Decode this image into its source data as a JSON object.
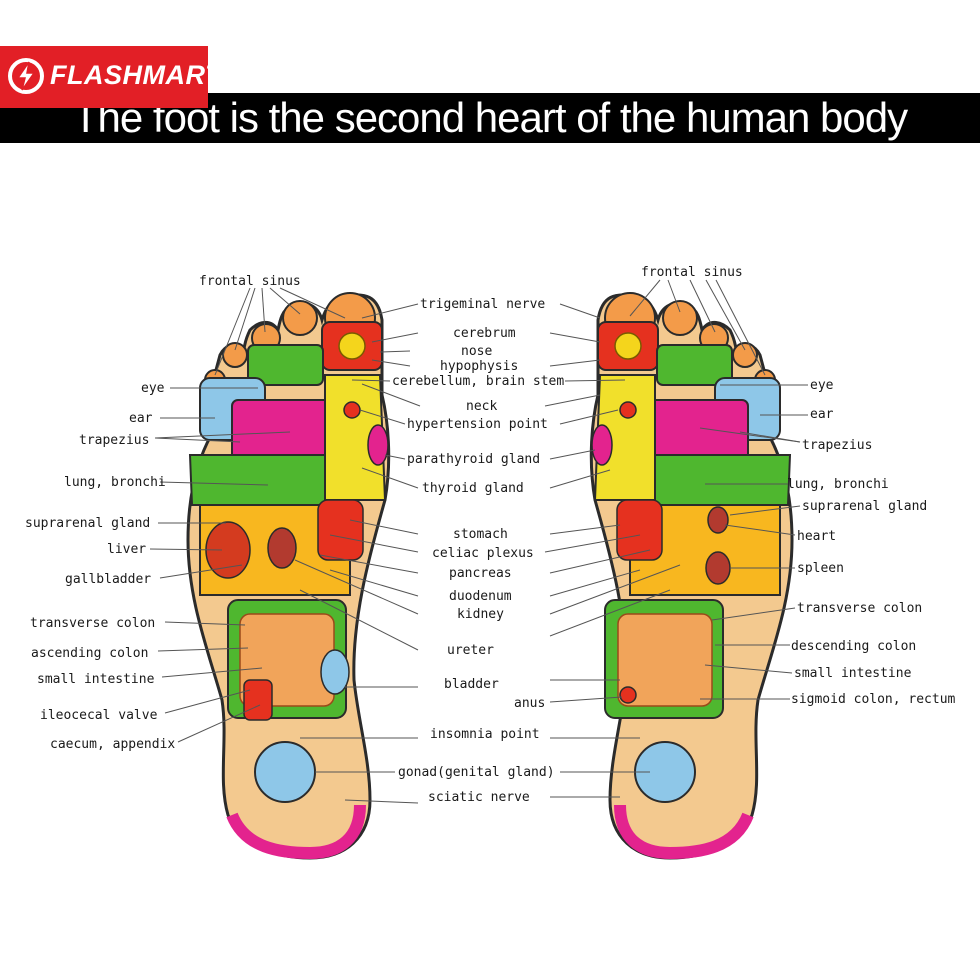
{
  "header": {
    "title": "The foot is the second heart of the human body",
    "logo_text": "FLASHMART",
    "logo_color": "#e21f26"
  },
  "labels": {
    "left_frontal_sinus": "frontal sinus",
    "left_eye": "eye",
    "left_ear": "ear",
    "left_trapezius": "trapezius",
    "left_lung_bronchi": "lung, bronchi",
    "left_suprarenal_gland": "suprarenal gland",
    "liver": "liver",
    "gallbladder": "gallbladder",
    "left_transverse_colon": "transverse colon",
    "ascending_colon": "ascending colon",
    "left_small_intestine": "small intestine",
    "ileocecal_valve": "ileocecal valve",
    "caecum_appendix": "caecum, appendix",
    "trigeminal_nerve": "trigeminal nerve",
    "cerebrum": "cerebrum",
    "nose": "nose",
    "hypophysis": "hypophysis",
    "cerebellum_brain_stem": "cerebellum, brain stem",
    "neck": "neck",
    "hypertension_point": "hypertension point",
    "parathyroid_gland": "parathyroid gland",
    "thyroid_gland": "thyroid gland",
    "stomach": "stomach",
    "celiac_plexus": "celiac plexus",
    "pancreas": "pancreas",
    "duodenum": "duodenum",
    "kidney": "kidney",
    "ureter": "ureter",
    "bladder": "bladder",
    "anus": "anus",
    "insomnia_point": "insomnia point",
    "gonad": "gonad(genital gland)",
    "sciatic_nerve": "sciatic nerve",
    "right_frontal_sinus": "frontal sinus",
    "right_eye": "eye",
    "right_ear": "ear",
    "right_trapezius": "trapezius",
    "right_lung_bronchi": "lung, bronchi",
    "right_suprarenal_gland": "suprarenal gland",
    "heart": "heart",
    "spleen": "spleen",
    "right_transverse_colon": "transverse colon",
    "descending_colon": "descending colon",
    "right_small_intestine": "small intestine",
    "sigmoid_colon_rectum": "sigmoid colon, rectum"
  }
}
